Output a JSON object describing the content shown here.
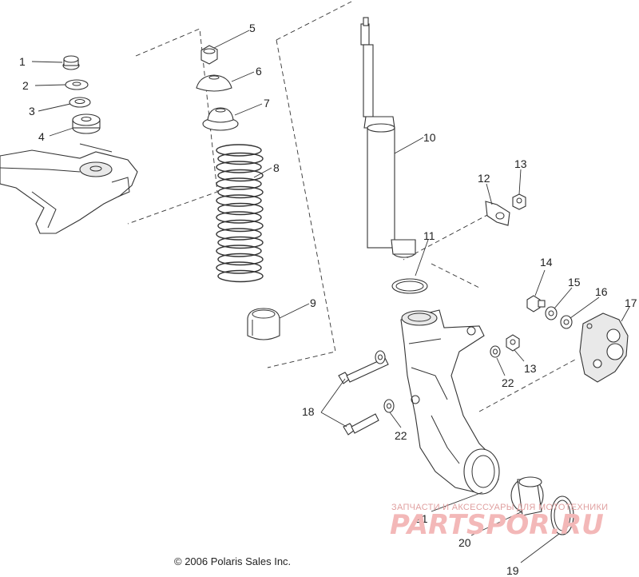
{
  "labels": {
    "p1": "1",
    "p2": "2",
    "p3": "3",
    "p4": "4",
    "p5": "5",
    "p6": "6",
    "p7": "7",
    "p8": "8",
    "p9": "9",
    "p10": "10",
    "p11": "11",
    "p12": "12",
    "p13a": "13",
    "p13b": "13",
    "p14": "14",
    "p15": "15",
    "p16": "16",
    "p17": "17",
    "p18": "18",
    "p19": "19",
    "p20": "20",
    "p21": "21",
    "p22a": "22",
    "p22b": "22"
  },
  "copyright": "© 2006 Polaris Sales Inc.",
  "watermark": {
    "caption": "ЗАПЧАСТИ И АКСЕССУАРЫ ДЛЯ МОТОТЕХНИКИ",
    "logo": "PARTSPOR.RU"
  }
}
